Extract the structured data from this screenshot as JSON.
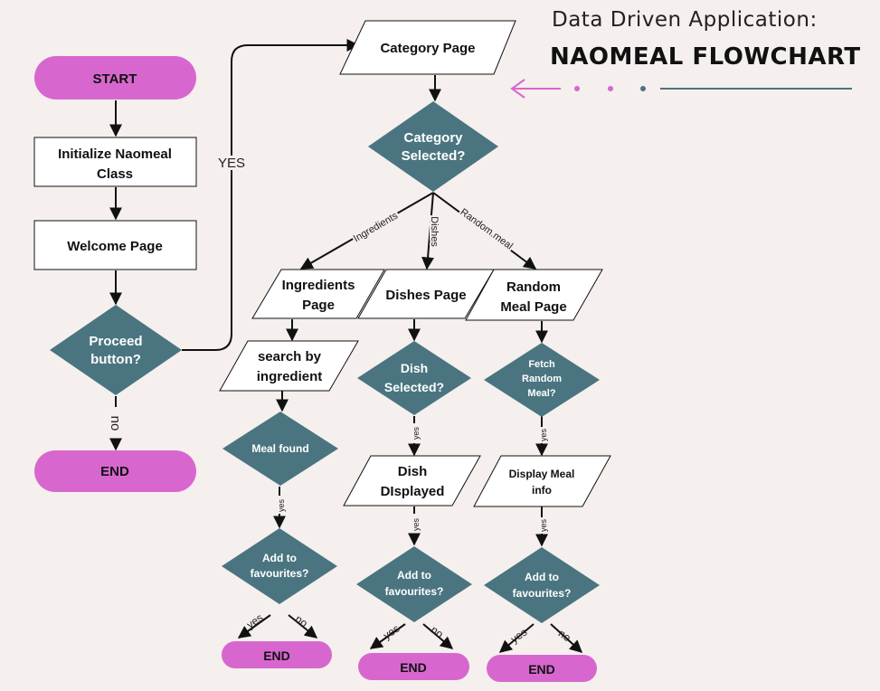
{
  "header": {
    "subtitle": "Data Driven Application:",
    "title": "NAOMEAL FLOWCHART"
  },
  "colors": {
    "background": "#f5efed",
    "terminal": "#d767cf",
    "decision": "#4a7580",
    "process_fill": "#ffffff",
    "stroke": "#111111",
    "accent_arrow": "#d767cf",
    "accent_line": "#4a7580"
  },
  "nodes": {
    "start": "START",
    "init": [
      "Initialize Naomeal",
      "Class"
    ],
    "welcome": "Welcome Page",
    "proceed": [
      "Proceed",
      "button?"
    ],
    "end_main": "END",
    "category_page": "Category Page",
    "category_selected": [
      "Category",
      "Selected?"
    ],
    "ingredients_page": [
      "Ingredients",
      "Page"
    ],
    "dishes_page": "Dishes Page",
    "random_meal_page": [
      "Random",
      "Meal Page"
    ],
    "search_ingredient": [
      "search by",
      "ingredient"
    ],
    "meal_found": "Meal found",
    "fav_1": [
      "Add to",
      "favourites?"
    ],
    "end_1": "END",
    "dish_selected": [
      "Dish",
      "Selected?"
    ],
    "dish_displayed": [
      "Dish",
      "DIsplayed"
    ],
    "fav_2": [
      "Add to",
      "favourites?"
    ],
    "end_2": "END",
    "fetch_random": [
      "Fetch",
      "Random",
      "Meal?"
    ],
    "display_meal": [
      "Display Meal",
      "info"
    ],
    "fav_3": [
      "Add to",
      "favourites?"
    ],
    "end_3": "END"
  },
  "edges": {
    "yes_main": "YES",
    "no_main": "no",
    "branch_ingredients": "Ingredients",
    "branch_dishes": "Dishes",
    "branch_random": "Random meal",
    "yes": "yes",
    "no": "no"
  }
}
